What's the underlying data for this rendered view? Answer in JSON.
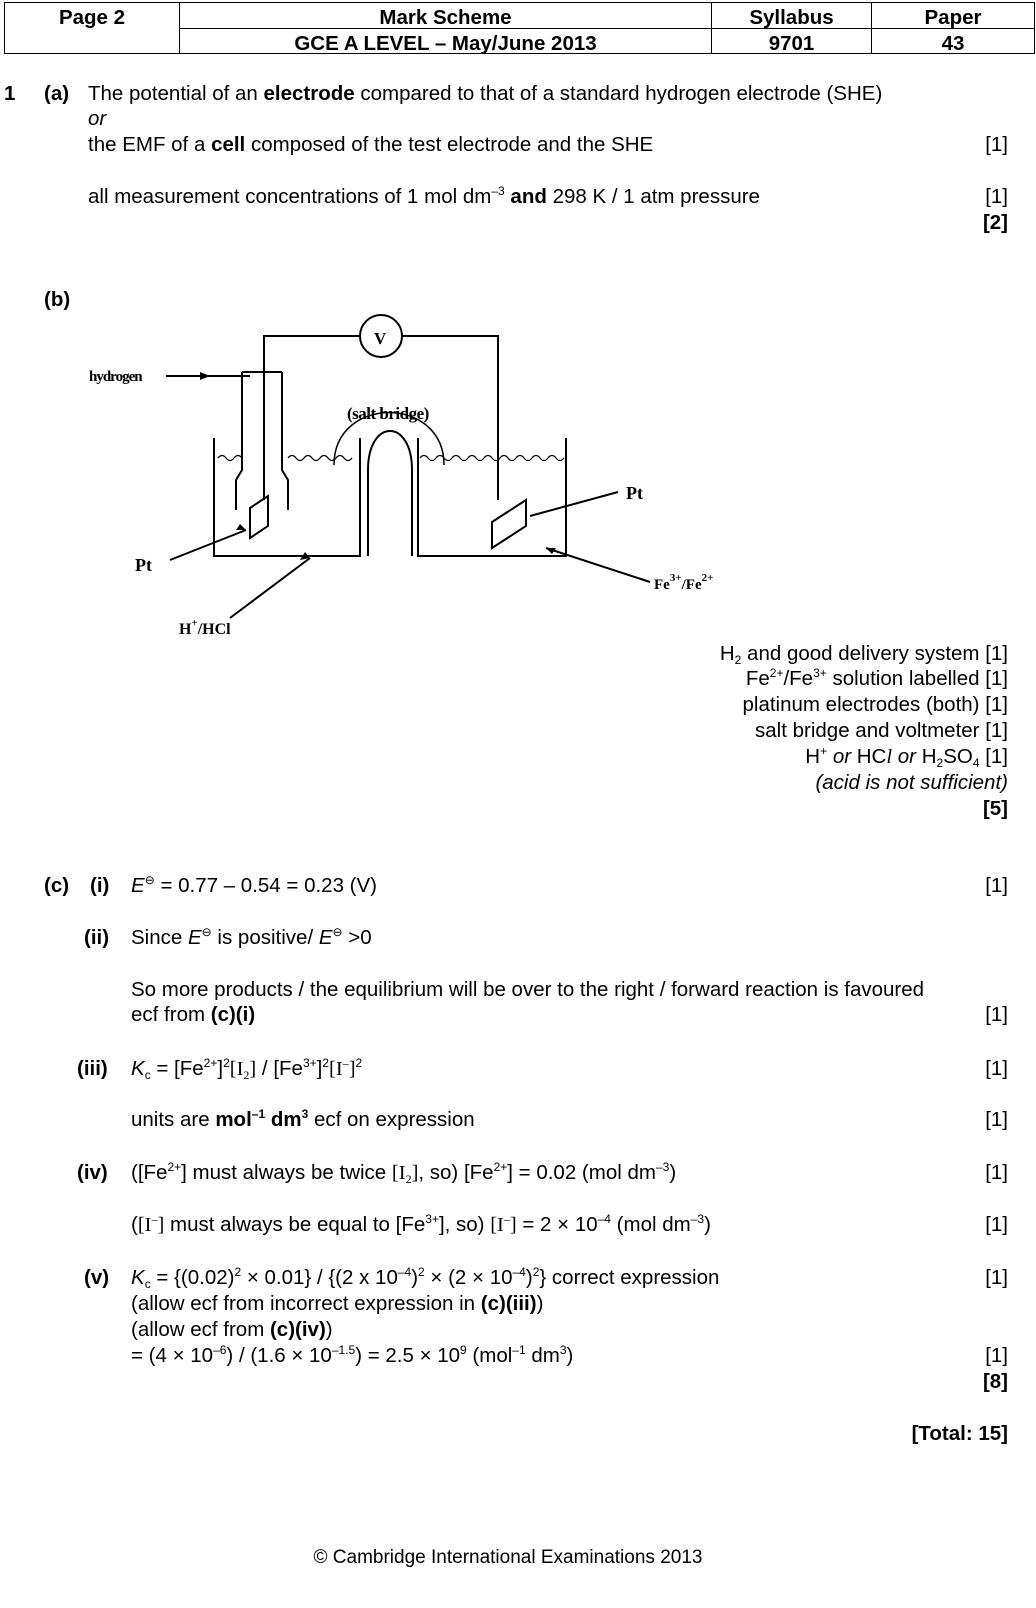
{
  "header": {
    "page": "Page 2",
    "mark_scheme": "Mark Scheme",
    "syllabus_label": "Syllabus",
    "paper_label": "Paper",
    "exam": "GCE A LEVEL – May/June 2013",
    "syllabus_code": "9701",
    "paper_code": "43"
  },
  "q1": {
    "number": "1",
    "a": {
      "label": "(a)",
      "line1_pre": "The potential of an ",
      "line1_bold": "electrode",
      "line1_post": " compared to that of a standard hydrogen electrode (SHE)",
      "or": "or",
      "line2_pre": "the EMF of a ",
      "line2_bold": "cell",
      "line2_post": " composed of the test electrode and the SHE",
      "mark1": "[1]",
      "line3_pre": "all measurement concentrations of 1 mol dm",
      "line3_sup": "–3",
      "line3_bold": " and ",
      "line3_post": "298 K / 1 atm pressure",
      "mark2": "[1]",
      "total": "[2]"
    },
    "b": {
      "label": "(b)",
      "diagram": {
        "voltmeter": "V",
        "hydrogen": "hydrogen",
        "salt_bridge": "(salt bridge)",
        "pt_left": "Pt",
        "pt_right": "Pt",
        "acid_label_h": "H",
        "acid_label_sup": "+",
        "acid_label_rest": "/HCl",
        "iron_fe1": "Fe",
        "iron_sup1": "3+",
        "iron_mid": "/Fe",
        "iron_sup2": "2+"
      },
      "points": {
        "p1_h": "H",
        "p1_sub": "2",
        "p1_rest": " and good delivery system [1]",
        "p2_fe": "Fe",
        "p2_sup1": "2+",
        "p2_mid": "/Fe",
        "p2_sup2": "3+",
        "p2_rest": " solution labelled [1]",
        "p3": "platinum electrodes (both) [1]",
        "p4": "salt bridge and voltmeter [1]",
        "p5_h": "H",
        "p5_sup": "+",
        "p5_or1": " or ",
        "p5_hcl": "HC",
        "p5_l": "l",
        "p5_or2": " or ",
        "p5_h2so4_a": "H",
        "p5_h2so4_sub1": "2",
        "p5_h2so4_b": "SO",
        "p5_h2so4_sub2": "4",
        "p5_mark": " [1]",
        "p6": "(acid is not sufficient)",
        "total": "[5]"
      }
    },
    "c": {
      "label": "(c)",
      "i": {
        "label": "(i)",
        "e": "E",
        "theta": "⊖",
        "text": " = 0.77 – 0.54 = 0.23 (V)",
        "mark": "[1]"
      },
      "ii": {
        "label": "(ii)",
        "pre": "Since ",
        "e1": "E",
        "theta1": "⊖",
        "mid": " is positive/ ",
        "e2": "E",
        "theta2": "⊖",
        "post": " >0",
        "line2": "So more products / the equilibrium will be over to the right / forward reaction is favoured",
        "line3_pre": "ecf from ",
        "line3_bold": "(c)(i)",
        "mark": "[1]"
      },
      "iii": {
        "label": "(iii)",
        "k": "K",
        "k_sub": "c",
        "eq1": " = [Fe",
        "sup1": "2+",
        "eq2": "]",
        "sup2": "2",
        "i2a": "[I",
        "i2sub": "2",
        "i2b": "]",
        "eq3": " / [Fe",
        "sup3": "3+",
        "eq4": "]",
        "sup4": "2",
        "iminus": "[I",
        "iminus_sup": "–",
        "iminus_end": "]",
        "sup5": "2",
        "mark1": "[1]",
        "units_pre": "units are ",
        "units_mol": "mol",
        "units_sup1": "–1",
        "units_dm": " dm",
        "units_sup2": "3",
        "units_post": " ecf on expression",
        "mark2": "[1]"
      },
      "iv": {
        "label": "(iv)",
        "l1_a": "([Fe",
        "l1_sup1": "2+",
        "l1_b": "] must always be twice ",
        "l1_i2a": "[I",
        "l1_i2sub": "2",
        "l1_i2b": "]",
        "l1_c": ", so) [Fe",
        "l1_sup2": "2+",
        "l1_d": "] = 0.02 (mol dm",
        "l1_sup3": "–3",
        "l1_e": ")",
        "mark1": "[1]",
        "l2_a": "(",
        "l2_i1": "[I",
        "l2_sup1": "–",
        "l2_i1end": "]",
        "l2_b": " must always be equal to [Fe",
        "l2_sup2": "3+",
        "l2_c": "], so) ",
        "l2_i2": "[I",
        "l2_sup3": "–",
        "l2_i2end": "]",
        "l2_d": " = 2 × 10",
        "l2_sup4": "–4",
        "l2_e": " (mol dm",
        "l2_sup5": "–3",
        "l2_f": ")",
        "mark2": "[1]"
      },
      "v": {
        "label": "(v)",
        "k": "K",
        "k_sub": "c",
        "l1_a": " = {(0.02)",
        "l1_sup1": "2",
        "l1_b": " × 0.01} / {(2 x 10",
        "l1_sup2": "–4",
        "l1_c": ")",
        "l1_sup3": "2",
        "l1_d": " × (2 × 10",
        "l1_sup4": "–4",
        "l1_e": ")",
        "l1_sup5": "2",
        "l1_f": "} correct expression",
        "mark1": "[1]",
        "l2_pre": "(allow ecf from incorrect expression in ",
        "l2_bold": "(c)(iii)",
        "l2_post": ")",
        "l3_pre": "(allow ecf from ",
        "l3_bold": "(c)(iv)",
        "l3_post": ")",
        "l4_a": "= (4 × 10",
        "l4_sup1": "–6",
        "l4_b": ") / (1.6 × 10",
        "l4_sup2": "–1.5",
        "l4_c": ") = 2.5 × 10",
        "l4_sup3": "9",
        "l4_d": " (mol",
        "l4_sup4": "–1",
        "l4_e": " dm",
        "l4_sup5": "3",
        "l4_f": ")",
        "mark2": "[1]",
        "total": "[8]"
      }
    },
    "grand_total": "[Total: 15]"
  },
  "footer": "© Cambridge International Examinations 2013"
}
